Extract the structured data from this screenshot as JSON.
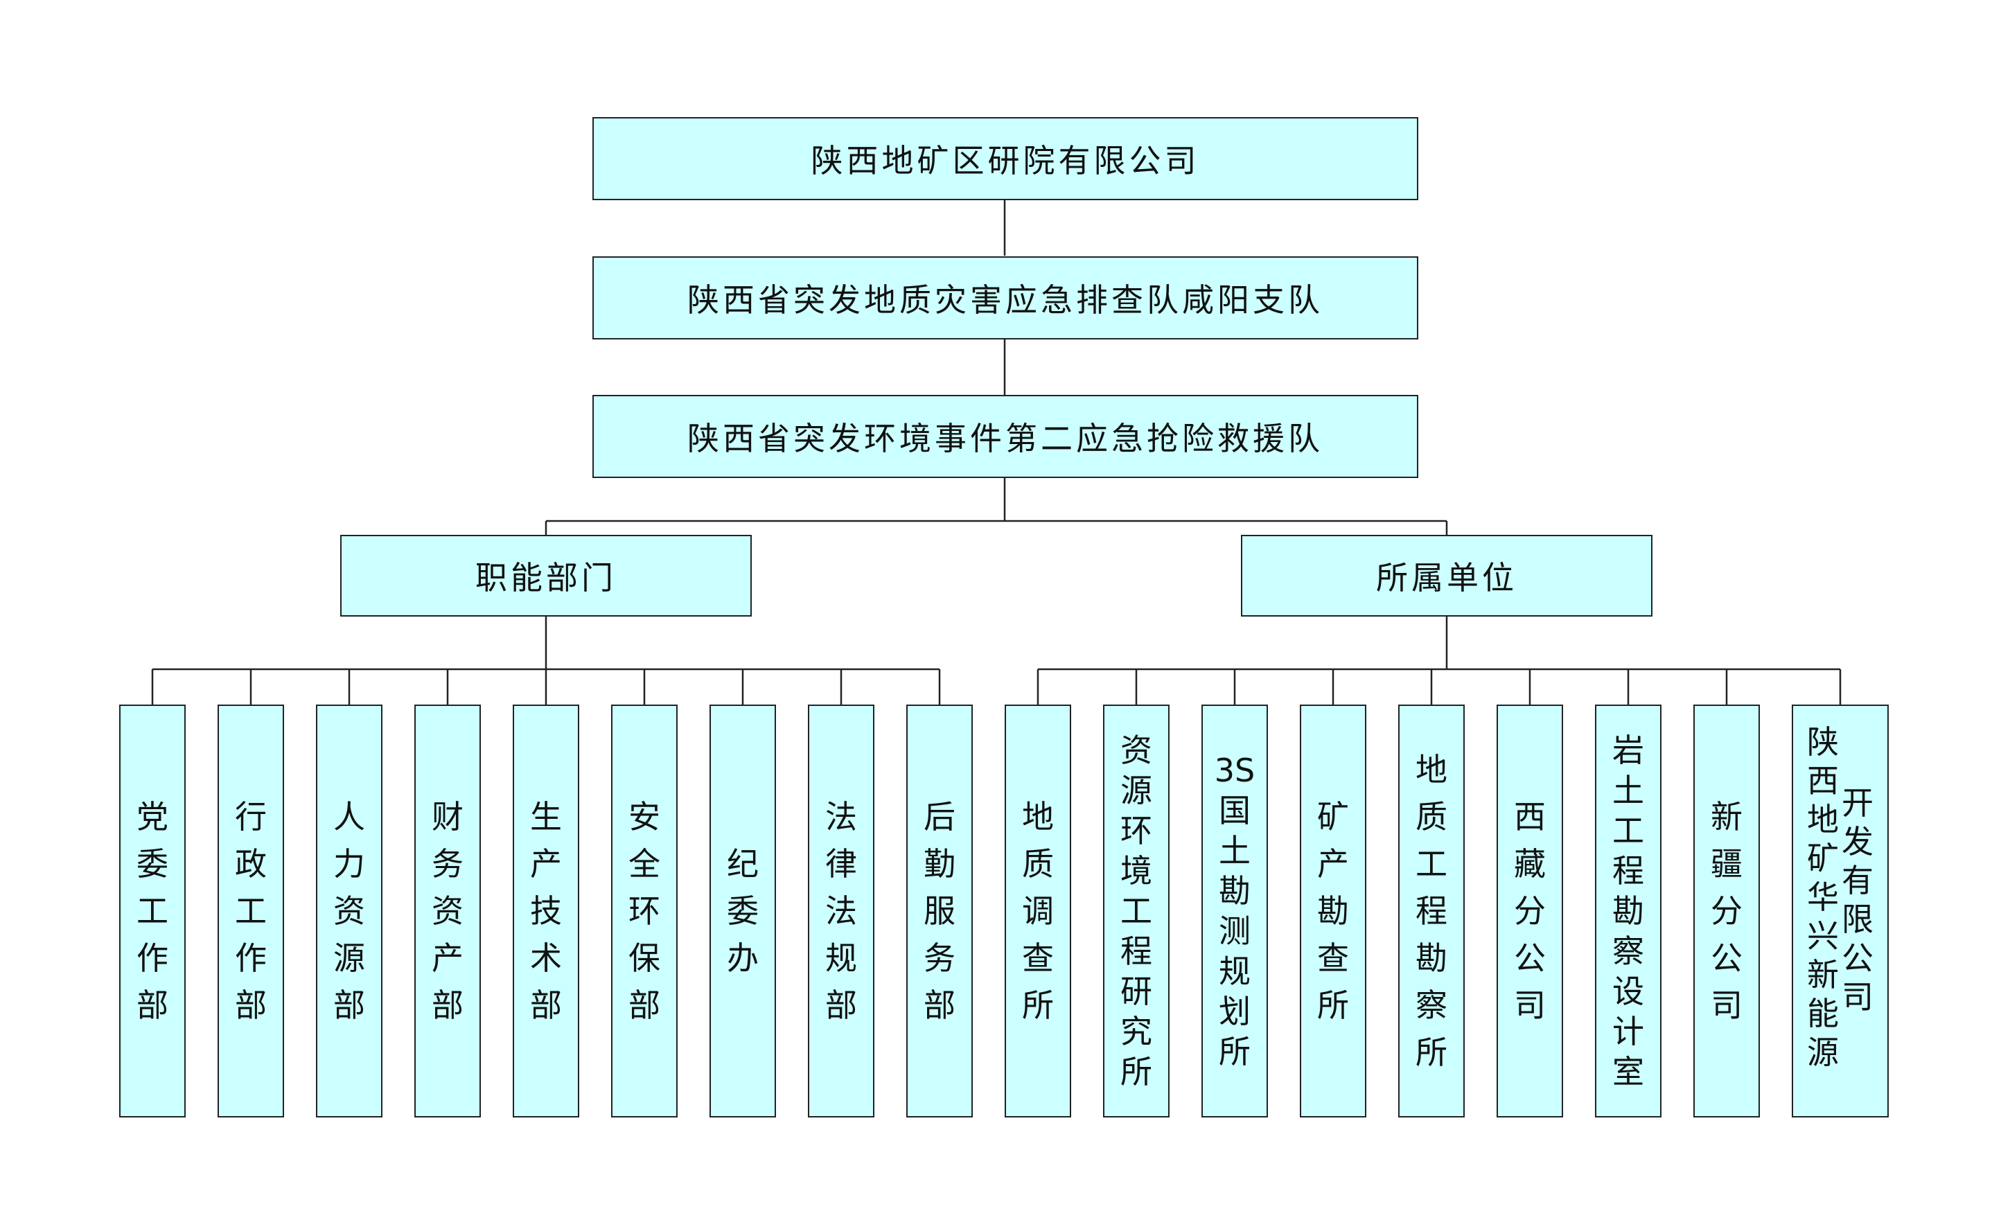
{
  "org_chart": {
    "level1": "陕西地矿区研院有限公司",
    "level2": "陕西省突发地质灾害应急排查队咸阳支队",
    "level3": "陕西省突发环境事件第二应急抢险救援队",
    "branches": [
      {
        "label": "职能部门",
        "children": [
          "党委工作部",
          "行政工作部",
          "人力资源部",
          "财务资产部",
          "生产技术部",
          "安全环保部",
          "纪委办",
          "法律法规部",
          "后勤服务部"
        ]
      },
      {
        "label": "所属单位",
        "children": [
          "地质调查所",
          "资源环境工程研究所",
          "3S国土勘测规划所",
          "矿产勘查所",
          "地质工程勘察所",
          "西藏分公司",
          "岩土工程勘察设计室",
          "新疆分公司"
        ],
        "last_child": {
          "col_left": "陕西地矿华兴新能源",
          "col_right": "开发有限公司"
        }
      }
    ]
  }
}
